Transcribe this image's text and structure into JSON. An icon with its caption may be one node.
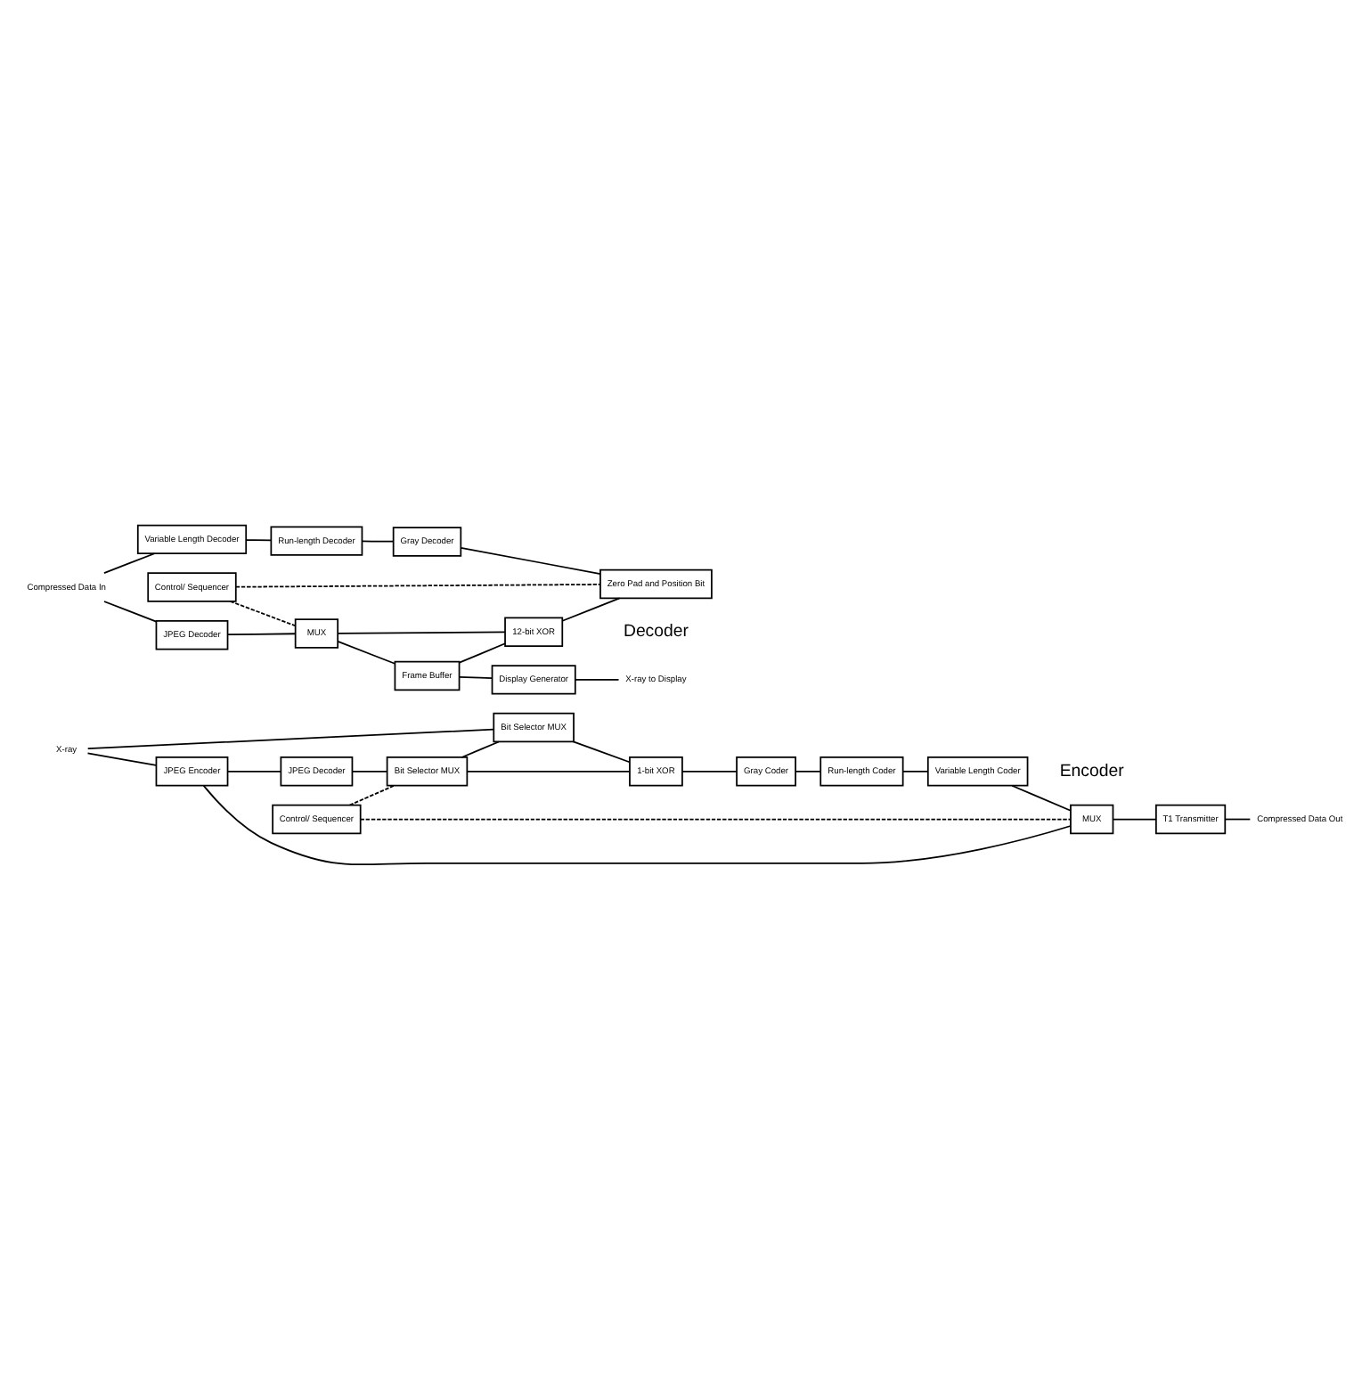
{
  "diagram": {
    "nodes": [
      {
        "text": [
          "X-ray"
        ]
      },
      {
        "text": [
          "JPEG Encoder"
        ]
      },
      {
        "text": [
          "JPEG Decoder"
        ]
      },
      {
        "text": [
          "MUX"
        ]
      },
      {
        "text": [
          "T1 Transmitter"
        ]
      },
      {
        "text": [
          "Compressed Data Out"
        ]
      },
      {
        "text": [
          "Control/ Sequencer"
        ]
      },
      {
        "text": [
          "Bit Selector MUX"
        ]
      },
      {
        "text": [
          "Bit Selector MUX"
        ]
      },
      {
        "text": [
          "1-bit XOR"
        ]
      },
      {
        "text": [
          "Gray Coder"
        ]
      },
      {
        "text": [
          "Run-length Coder"
        ]
      },
      {
        "text": [
          "Variable Length Coder"
        ]
      },
      {
        "text": [
          "Compressed Data In"
        ]
      },
      {
        "text": [
          "JPEG Decoder"
        ]
      },
      {
        "text": [
          "MUX"
        ]
      },
      {
        "text": [
          "Frame Buffer"
        ]
      },
      {
        "text": [
          "Display Generator"
        ]
      },
      {
        "text": [
          "X-ray to Display"
        ]
      },
      {
        "text": [
          "Control/ Sequencer"
        ]
      },
      {
        "text": [
          "12-bit XOR"
        ]
      },
      {
        "text": [
          "Variable Length Decoder"
        ]
      },
      {
        "text": [
          "Run-length Decoder"
        ]
      },
      {
        "text": [
          "Gray Decoder"
        ]
      },
      {
        "text": [
          "Zero Pad and Position Bit"
        ]
      }
    ],
    "edges": [
      {
        "from": 0,
        "to": 1,
        "arrow": "none"
      },
      {
        "from": 0,
        "to": 8,
        "arrow": "none"
      },
      {
        "from": 1,
        "to": 3,
        "arrow": "none"
      },
      {
        "from": 1,
        "to": 2,
        "arrow": "none"
      },
      {
        "from": 3,
        "to": 4,
        "arrow": "none"
      },
      {
        "from": 4,
        "to": 5,
        "arrow": "none"
      },
      {
        "from": 2,
        "to": 7,
        "arrow": "none"
      },
      {
        "from": 6,
        "to": 7,
        "arrow": "none",
        "style": "dashed"
      },
      {
        "from": 6,
        "to": 3,
        "arrow": "none",
        "style": "dashed"
      },
      {
        "from": 7,
        "to": 8,
        "arrow": "none"
      },
      {
        "from": 7,
        "to": 9,
        "arrow": "none"
      },
      {
        "from": 8,
        "to": 9,
        "arrow": "none"
      },
      {
        "from": 9,
        "to": 10,
        "arrow": "none"
      },
      {
        "from": 10,
        "to": 11,
        "arrow": "none"
      },
      {
        "from": 11,
        "to": 12,
        "arrow": "none"
      },
      {
        "from": 12,
        "to": 3,
        "arrow": "none"
      },
      {
        "from": 13,
        "to": 14,
        "arrow": "none"
      },
      {
        "from": 13,
        "to": 21,
        "arrow": "none"
      },
      {
        "from": 14,
        "to": 15,
        "arrow": "none"
      },
      {
        "from": 15,
        "to": 16,
        "arrow": "none"
      },
      {
        "from": 16,
        "to": 17,
        "arrow": "none"
      },
      {
        "from": 16,
        "to": 20,
        "arrow": "none"
      },
      {
        "from": 17,
        "to": 18,
        "arrow": "none"
      },
      {
        "from": 20,
        "to": 15,
        "arrow": "none"
      },
      {
        "from": 19,
        "to": 15,
        "arrow": "none",
        "style": "dashed"
      },
      {
        "from": 19,
        "to": 24,
        "arrow": "none",
        "style": "dashed"
      },
      {
        "from": 20,
        "to": 24,
        "arrow": "none"
      },
      {
        "from": 21,
        "to": 22,
        "arrow": "none"
      },
      {
        "from": 22,
        "to": 23,
        "arrow": "none"
      },
      {
        "from": 23,
        "to": 24,
        "arrow": "none"
      }
    ],
    "labels": [
      "Encoder",
      "Decoder"
    ]
  }
}
